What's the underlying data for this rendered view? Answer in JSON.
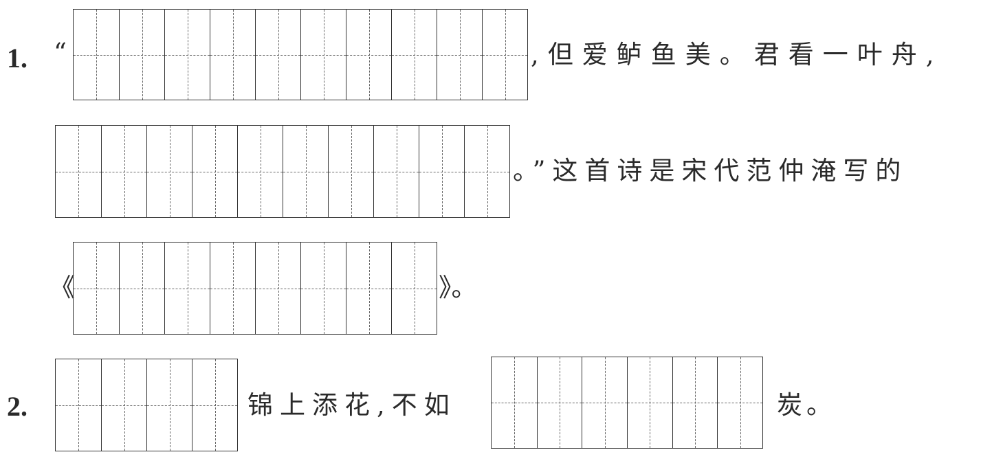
{
  "q1": {
    "number": "1.",
    "open_quote": "“",
    "line1_text": ",但爱鲈鱼美。君看一叶舟,",
    "line2_text": "。”这首诗是宋代范仲淹写的",
    "title_open": "《",
    "title_close": "》。"
  },
  "q2": {
    "number": "2.",
    "middle_text": "锦上添花,不如",
    "end_text": "炭。"
  }
}
